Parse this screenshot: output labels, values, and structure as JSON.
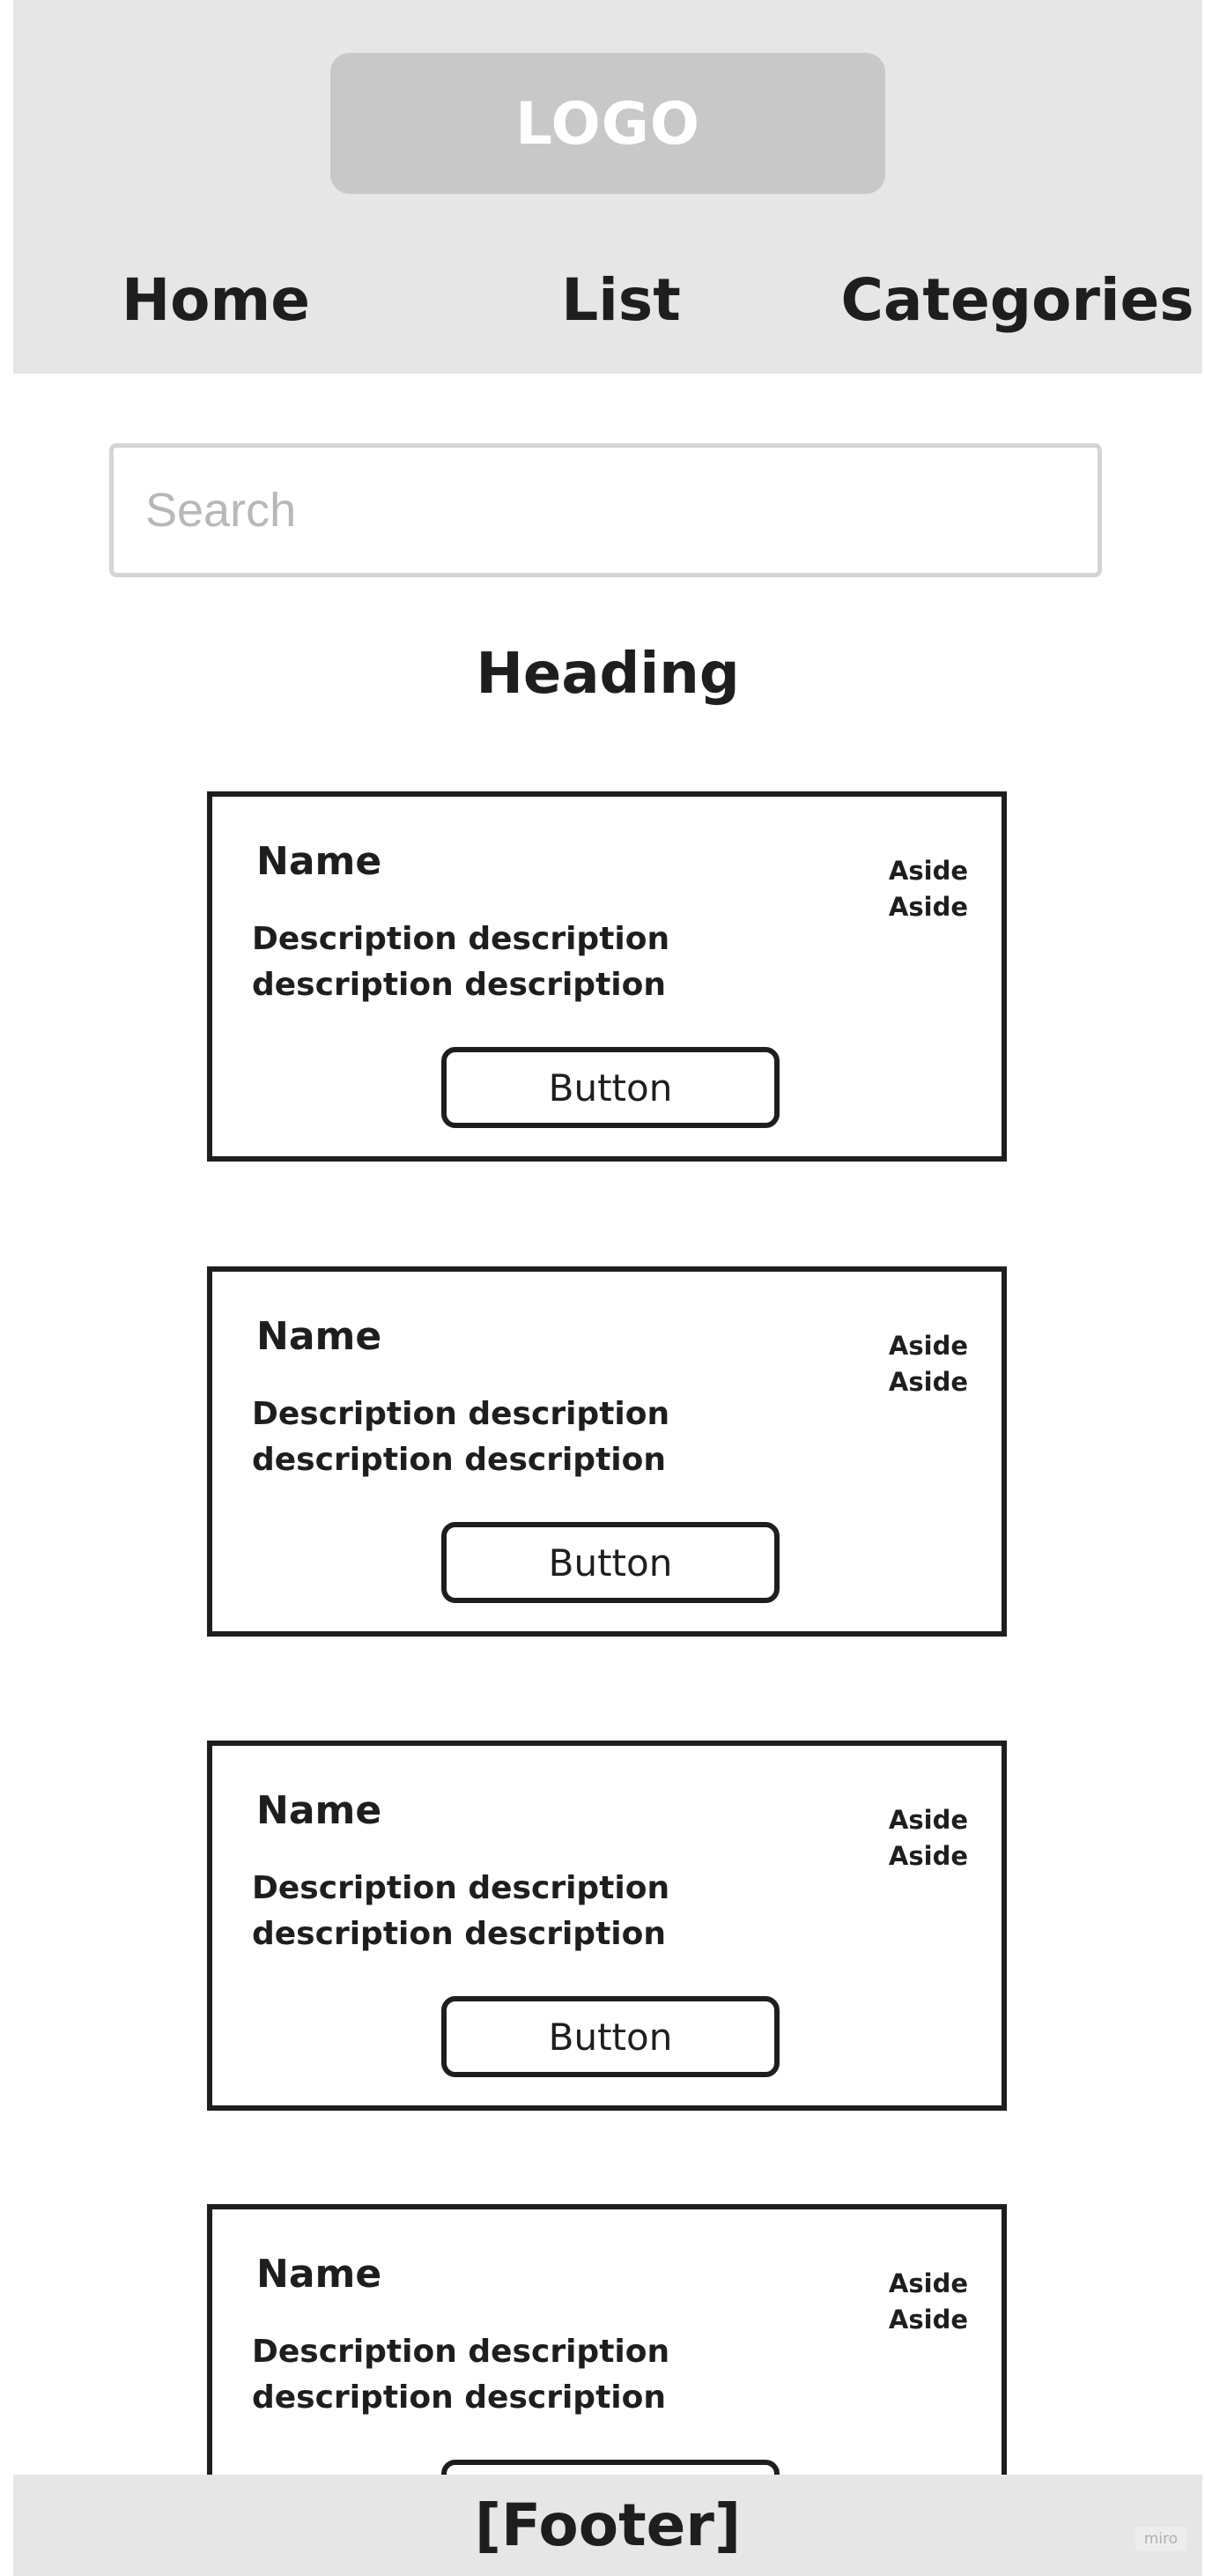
{
  "header": {
    "logo": "LOGO",
    "nav": {
      "home": "Home",
      "list": "List",
      "categories": "Categories"
    }
  },
  "search": {
    "placeholder": "Search",
    "value": ""
  },
  "main": {
    "heading": "Heading",
    "cards": [
      {
        "name": "Name",
        "aside": [
          "Aside",
          "Aside"
        ],
        "description": "Description description description description",
        "button": "Button"
      },
      {
        "name": "Name",
        "aside": [
          "Aside",
          "Aside"
        ],
        "description": "Description description description description",
        "button": "Button"
      },
      {
        "name": "Name",
        "aside": [
          "Aside",
          "Aside"
        ],
        "description": "Description description description description",
        "button": "Button"
      },
      {
        "name": "Name",
        "aside": [
          "Aside",
          "Aside"
        ],
        "description": "Description description description description",
        "button": ""
      }
    ]
  },
  "footer": {
    "text": "[Footer]",
    "watermark": "miro"
  },
  "colors": {
    "header_bg": "#e6e6e6",
    "logo_bg": "#c8c8c8",
    "text": "#1e1e1e",
    "search_border": "#d4d4d4",
    "placeholder": "#b8b8b8"
  }
}
